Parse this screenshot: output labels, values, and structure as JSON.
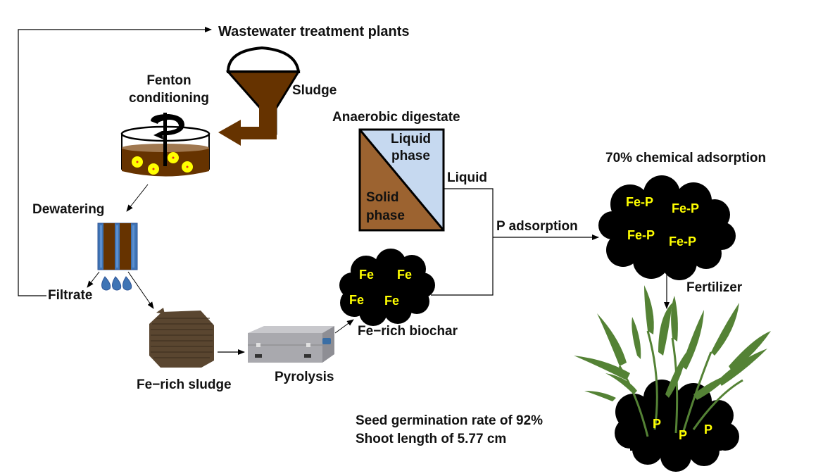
{
  "labels": {
    "wwtp": "Wastewater treatment plants",
    "sludge": "Sludge",
    "fenton_line1": "Fenton",
    "fenton_line2": "conditioning",
    "dewatering": "Dewatering",
    "filtrate": "Filtrate",
    "fe_rich_sludge": "Fe−rich sludge",
    "pyrolysis": "Pyrolysis",
    "fe_rich_biochar": "Fe−rich biochar",
    "anaerobic_digestate": "Anaerobic digestate",
    "liquid_phase_line1": "Liquid",
    "liquid_phase_line2": "phase",
    "solid_phase_line1": "Solid",
    "solid_phase_line2": "phase",
    "liquid": "Liquid",
    "p_adsorption": "P adsorption",
    "chemical_adsorption": "70% chemical adsorption",
    "fertilizer": "Fertilizer",
    "germination": "Seed germination rate of 92%",
    "shoot_length": "Shoot length of 5.77 cm"
  },
  "biochar_labels": [
    "Fe",
    "Fe",
    "Fe",
    "Fe"
  ],
  "adsorbed_labels": [
    "Fe-P",
    "Fe-P",
    "Fe-P",
    "Fe-P"
  ],
  "soil_labels": [
    "P",
    "P",
    "P"
  ],
  "colors": {
    "sludge_brown": "#663300",
    "solid_phase": "#9c6330",
    "liquid_phase": "#c6d9f0",
    "filter_blue": "#3f74b5",
    "plant_green": "#548235",
    "highlight_yellow": "#ffff00"
  }
}
